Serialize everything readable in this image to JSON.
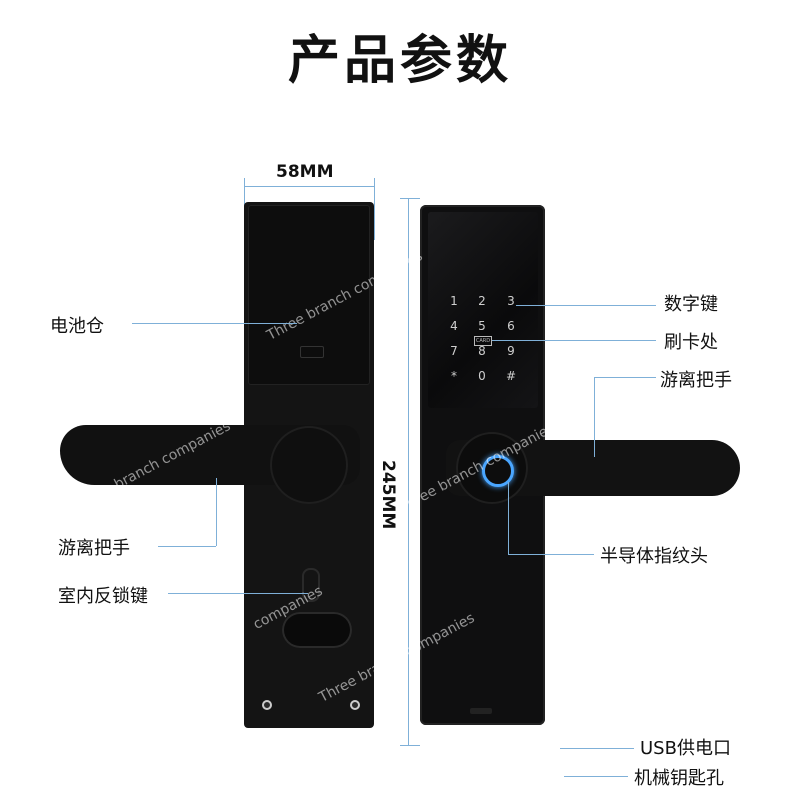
{
  "header": {
    "title": "产品参数"
  },
  "dimensions": {
    "width_label": "58MM",
    "height_label": "245MM"
  },
  "callouts": {
    "battery": "电池仓",
    "left_handle": "游离把手",
    "inner_lock_key": "室内反锁键",
    "number_keys": "数字键",
    "card_reader": "刷卡处",
    "right_handle": "游离把手",
    "fingerprint": "半导体指纹头",
    "usb_power": "USB供电口",
    "mech_keyhole": "机械钥匙孔"
  },
  "keypad": {
    "keys": [
      "1",
      "2",
      "3",
      "4",
      "5",
      "6",
      "7",
      "8",
      "9",
      "*",
      "0",
      "#"
    ],
    "card_label": "CARD"
  },
  "watermark": {
    "text": "Three branch companies",
    "short": "companies"
  },
  "colors": {
    "callout_line": "#7fb0d8",
    "fingerprint_ring": "#4aa6ff",
    "lock_body": "#141414"
  }
}
